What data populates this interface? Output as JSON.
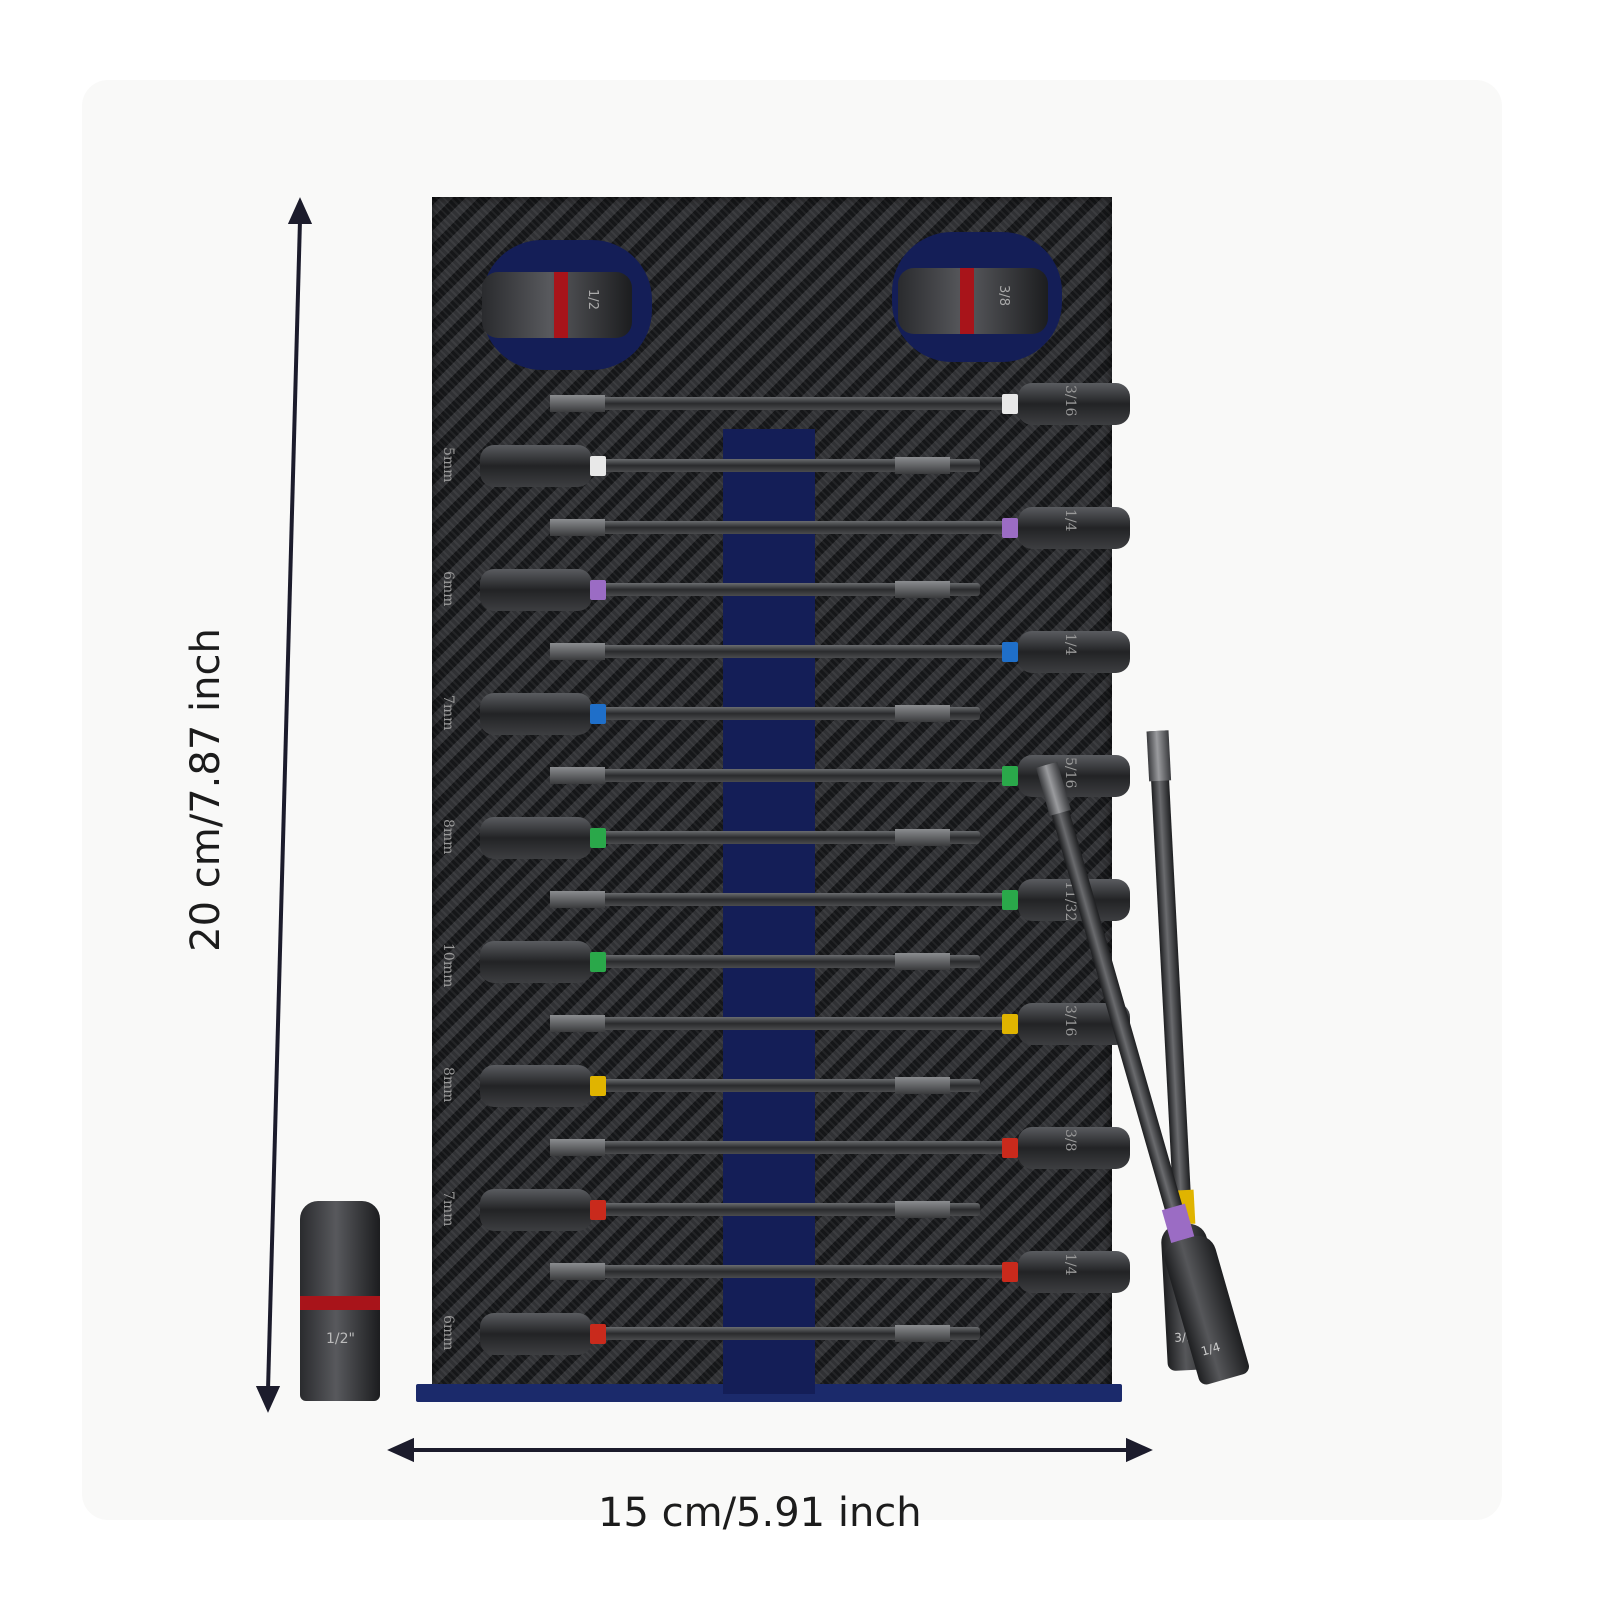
{
  "dimensions": {
    "height_label": "20 cm/7.87 inch",
    "width_label": "15 cm/5.91 inch"
  },
  "colors": {
    "tray_channel": "#141e57",
    "ring_white": "#e8e8e8",
    "ring_purple": "#9b6cc4",
    "ring_blue": "#1f6fc9",
    "ring_green": "#2aa84a",
    "ring_yellow": "#e0b400",
    "ring_red": "#c92a1c",
    "adapter_band": "#a8141a"
  },
  "tray": {
    "right_tools": [
      {
        "label": "3/16",
        "ring": "#e8e8e8"
      },
      {
        "label": "1/4",
        "ring": "#9b6cc4"
      },
      {
        "label": "1/4",
        "ring": "#1f6fc9"
      },
      {
        "label": "5/16",
        "ring": "#2aa84a"
      },
      {
        "label": "11/32",
        "ring": "#2aa84a"
      },
      {
        "label": "3/16",
        "ring": "#e0b400"
      },
      {
        "label": "3/8",
        "ring": "#c92a1c"
      },
      {
        "label": "1/4",
        "ring": "#c92a1c"
      }
    ],
    "left_tools": [
      {
        "label": "5mm",
        "ring": "#e8e8e8"
      },
      {
        "label": "6mm",
        "ring": "#9b6cc4"
      },
      {
        "label": "7mm",
        "ring": "#1f6fc9"
      },
      {
        "label": "8mm",
        "ring": "#2aa84a"
      },
      {
        "label": "10mm",
        "ring": "#2aa84a"
      },
      {
        "label": "8mm",
        "ring": "#e0b400"
      },
      {
        "label": "7mm",
        "ring": "#c92a1c"
      },
      {
        "label": "6mm",
        "ring": "#c92a1c"
      }
    ],
    "adapter_left_label": "1/2",
    "adapter_right_label": "3/8"
  },
  "loose_adapter_label": "1/2\"",
  "loose_tools": [
    {
      "label": "3/16",
      "ring": "#e0b400"
    },
    {
      "label": "1/4",
      "ring": "#9b6cc4"
    }
  ]
}
